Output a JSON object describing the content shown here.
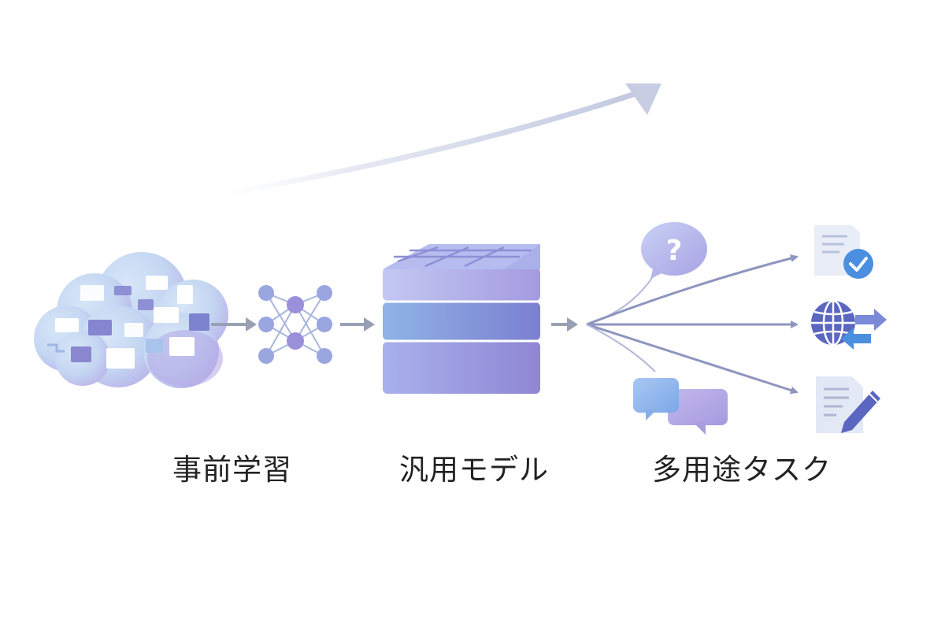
{
  "stages": [
    {
      "id": "pretrain",
      "label": "事前学習",
      "icon": "data-cloud-icon"
    },
    {
      "id": "model",
      "label": "汎用モデル",
      "icon": "model-stack-icon"
    },
    {
      "id": "tasks",
      "label": "多用途タスク",
      "icon": "task-icons"
    }
  ],
  "task_icons": [
    "question-bubble-icon",
    "document-check-icon",
    "globe-translate-icon",
    "chat-bubbles-icon",
    "document-edit-icon"
  ],
  "colors": {
    "cloud_light": "#c7dcf3",
    "cloud_purple": "#b6a9e8",
    "node": "#8f92d9",
    "arrow_gray": "#9aa0b4",
    "stack_top": "#b9bdf0",
    "stack_side": "#8a84cf",
    "check_blue": "#4a8fe0",
    "pen": "#5a66c0",
    "text": "#222222"
  }
}
